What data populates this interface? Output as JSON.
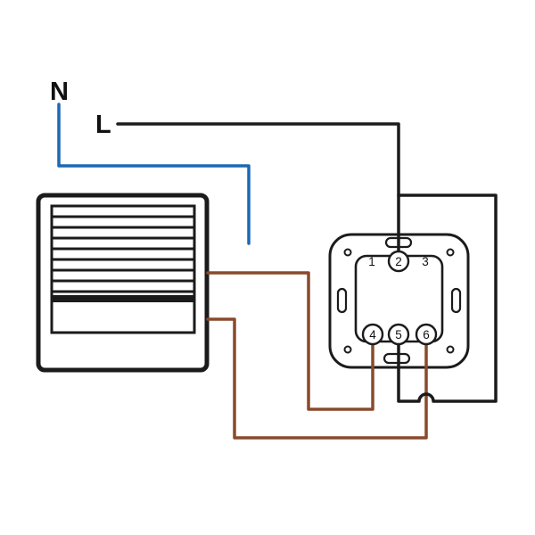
{
  "diagram": {
    "labels": {
      "neutral": "N",
      "live": "L"
    },
    "terminals": [
      "1",
      "2",
      "3",
      "4",
      "5",
      "6"
    ],
    "colors": {
      "neutral_wire": "#1b69b4",
      "live_wire": "#1b1b1b",
      "motor_wires": "#8a4a2b",
      "outline": "#1b1b1b",
      "background": "#ffffff"
    }
  }
}
